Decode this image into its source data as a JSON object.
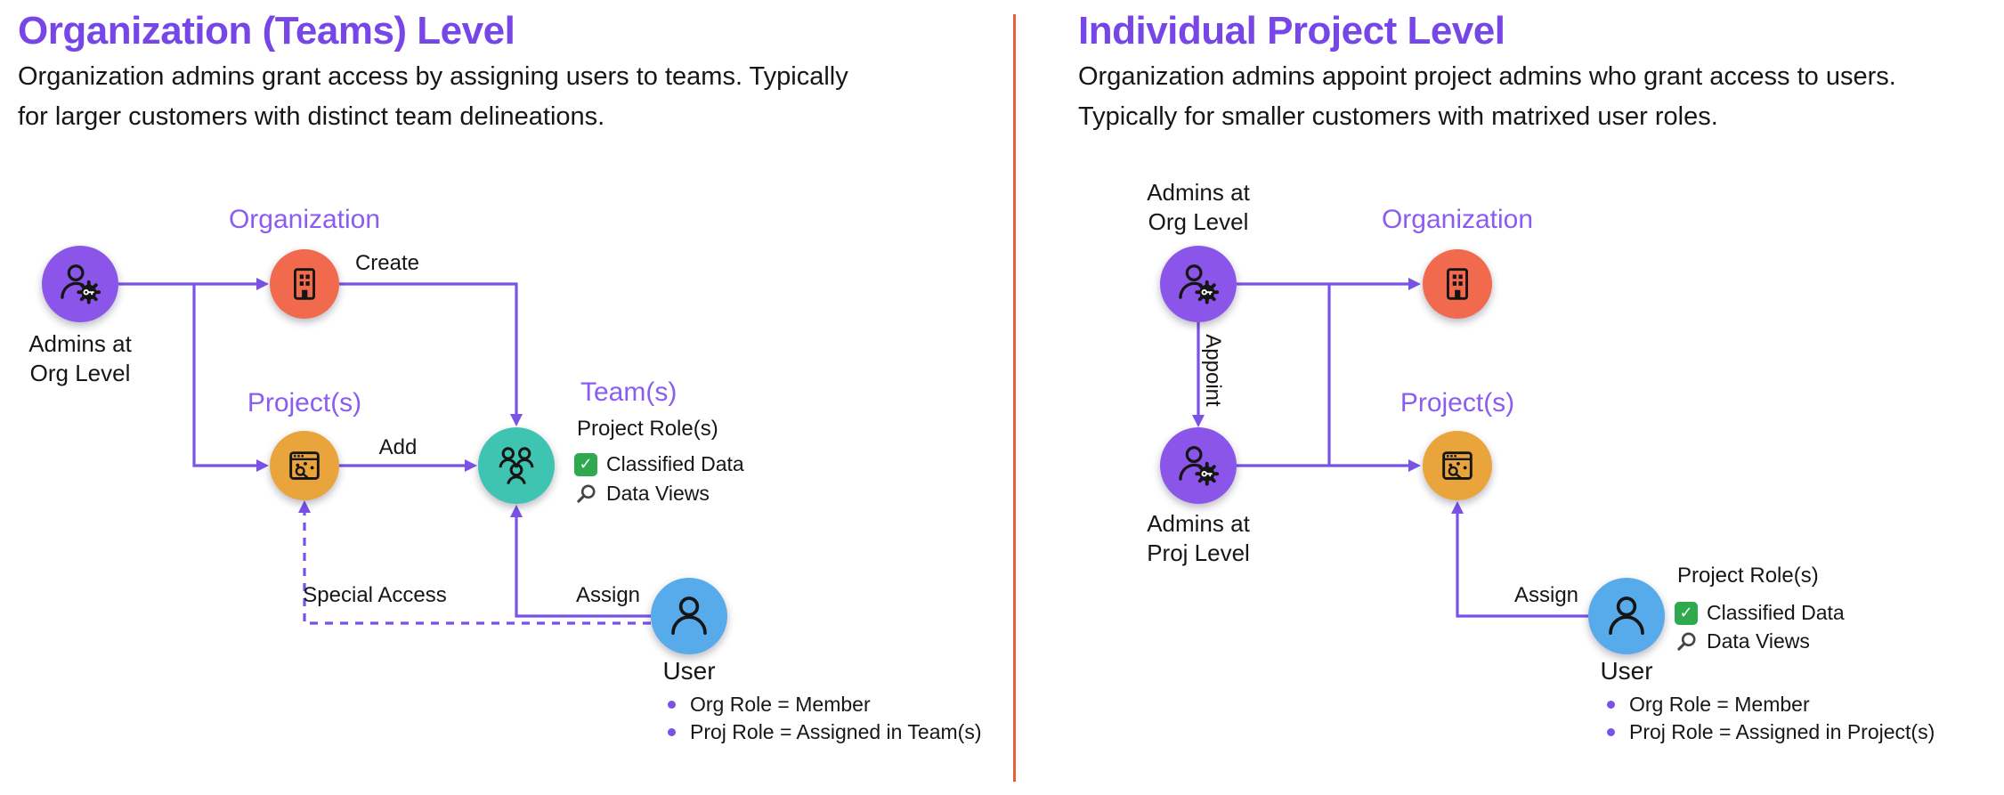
{
  "colors": {
    "title": "#7647E6",
    "node_label": "#8A5CF0",
    "arrow": "#7A52E6",
    "divider": "#EA5B3F",
    "admin_node": "#8B55EA",
    "org_node": "#F26A4E",
    "project_node": "#EAA43C",
    "team_node": "#40C4B2",
    "user_node": "#57ABEA",
    "check": "#2FA94E",
    "text": "#161616"
  },
  "icons": {
    "admin": "person-with-gear-key-icon",
    "organization": "building-icon",
    "project": "app-window-analytics-icon",
    "team": "three-people-icon",
    "user": "person-icon",
    "classified": "green-check-icon",
    "data_views": "magnifier-icon",
    "bullet": "purple-dot-icon"
  },
  "left": {
    "title": "Organization (Teams) Level",
    "description": [
      "Organization admins grant access by assigning users to teams. Typically",
      "for larger customers with distinct team delineations."
    ],
    "admins_label": [
      "Admins at",
      "Org Level"
    ],
    "organization_label": "Organization",
    "projects_label": "Project(s)",
    "teams_label": "Team(s)",
    "user_label": "User",
    "edge_create": "Create",
    "edge_add": "Add",
    "edge_assign": "Assign",
    "edge_special": "Special Access",
    "roles_title": "Project Role(s)",
    "role_classified": "Classified Data",
    "role_dataviews": "Data Views",
    "bullets": [
      "Org Role = Member",
      "Proj Role = Assigned in Team(s)"
    ]
  },
  "right": {
    "title": "Individual Project Level",
    "description": [
      "Organization admins appoint project admins who grant access to users.",
      "Typically for smaller customers with matrixed user roles."
    ],
    "admins_org_label": [
      "Admins at",
      "Org Level"
    ],
    "admins_proj_label": [
      "Admins at",
      "Proj Level"
    ],
    "organization_label": "Organization",
    "projects_label": "Project(s)",
    "user_label": "User",
    "edge_appoint": "Appoint",
    "edge_assign": "Assign",
    "roles_title": "Project Role(s)",
    "role_classified": "Classified Data",
    "role_dataviews": "Data Views",
    "bullets": [
      "Org Role = Member",
      "Proj Role = Assigned in Project(s)"
    ]
  }
}
